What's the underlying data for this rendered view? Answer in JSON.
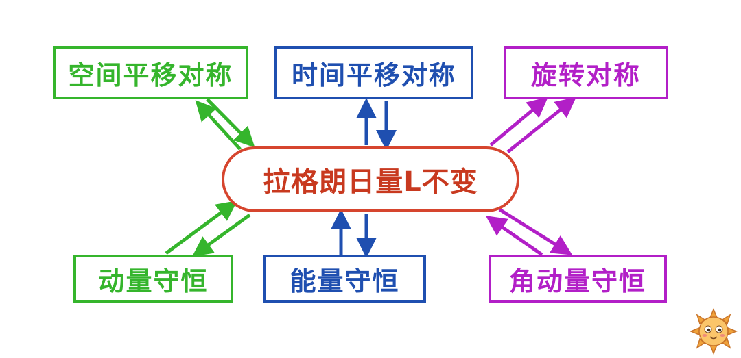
{
  "center": {
    "label": "拉格朗日量L不变"
  },
  "nodes": {
    "space_translation": "空间平移对称",
    "time_translation": "时间平移对称",
    "rotation": "旋转对称",
    "momentum": "动量守恒",
    "energy": "能量守恒",
    "angular_momentum": "角动量守恒"
  },
  "colors": {
    "green": "#35b52c",
    "blue": "#1f4fb0",
    "purple": "#b21fc7",
    "red": "#d6452e"
  },
  "icons": {
    "corner": "sun-mascot-icon"
  }
}
